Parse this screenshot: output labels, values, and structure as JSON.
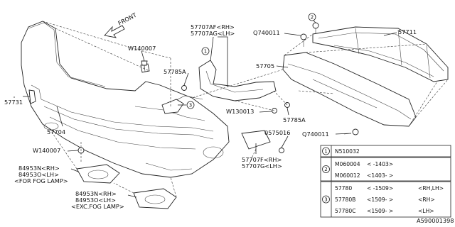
{
  "direction_label": "FRONT",
  "callouts": {
    "c1": "1",
    "c2": "2",
    "c3": "3"
  },
  "labels": {
    "w140007_top": "W140007",
    "p57707af": "57707AF<RH>",
    "p57707ag": "57707AG<LH>",
    "q740011_top": "Q740011",
    "p57711": "57711",
    "p57785a_left": "57785A",
    "p57705": "57705",
    "w130013": "W130013",
    "p57785a_right": "57785A",
    "p57731": "57731",
    "p57704": "57704",
    "q740011_bottom": "Q740011",
    "p0575016": "0575016",
    "w140007_bottom": "W140007",
    "p57707f": "57707F<RH>",
    "p57707g": "57707G<LH>",
    "p84953n_a": "84953N<RH>",
    "p84953o_a": "84953O<LH>",
    "fog_note": "<FOR FOG LAMP>",
    "p84953n_b": "84953N<RH>",
    "p84953o_b": "84953O<LH>",
    "exc_note": "<EXC.FOG LAMP>",
    "drawing_no": "A590001398"
  },
  "table": {
    "row1": {
      "num": "1",
      "part": "N510032"
    },
    "row2": [
      {
        "part": "M060004",
        "range": "<    -1403>"
      },
      {
        "part": "M060012",
        "range": "<1403-    >"
      }
    ],
    "row2_num": "2",
    "row3": [
      {
        "part": "57780",
        "range": "<    -1509>",
        "note": "<RH,LH>"
      },
      {
        "part": "57780B",
        "range": "<1509-    >",
        "note": "<RH>"
      },
      {
        "part": "57780C",
        "range": "<1509-    >",
        "note": "<LH>"
      }
    ],
    "row3_num": "3"
  }
}
